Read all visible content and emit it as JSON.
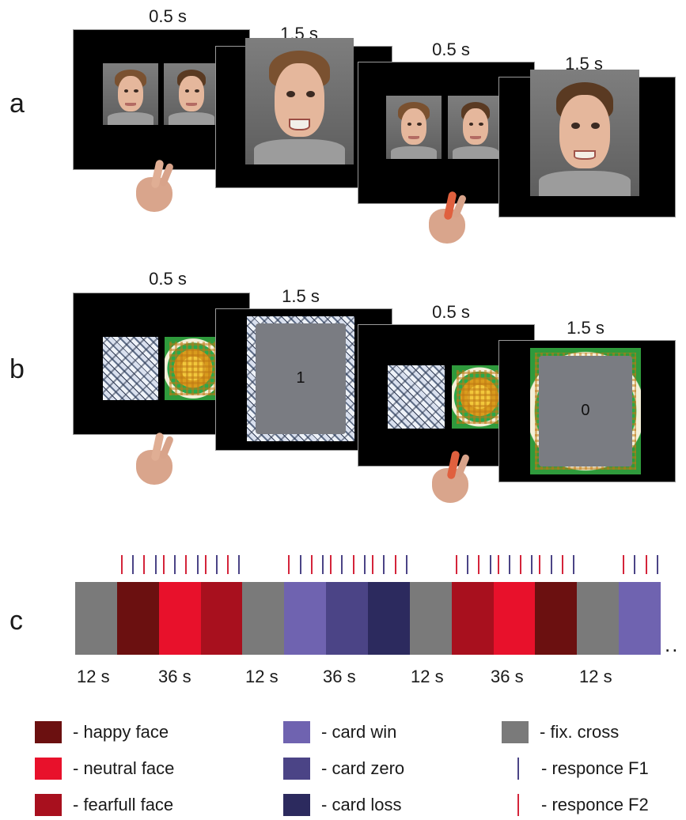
{
  "panels": {
    "a": "a",
    "b": "b",
    "c": "c"
  },
  "times": {
    "short": "0.5 s",
    "long": "1.5 s"
  },
  "card_values": {
    "first": "1",
    "second": "0"
  },
  "timeline": {
    "labels": [
      "12 s",
      "36 s",
      "12 s",
      "36 s",
      "12 s",
      "36 s",
      "12 s"
    ],
    "ellipsis": "..",
    "colors": {
      "fix": "#7a7a7a",
      "happy": "#6b1010",
      "neutral": "#e8112b",
      "fear": "#a8101e",
      "win": "#6f63b0",
      "zero": "#4b4486",
      "loss": "#2c2a5e",
      "f1": "#4b4486",
      "f2": "#d4243a"
    },
    "segments": [
      {
        "type": "fix",
        "duration": 12
      },
      {
        "type": "happy",
        "duration": 12
      },
      {
        "type": "neutral",
        "duration": 12
      },
      {
        "type": "fear",
        "duration": 12
      },
      {
        "type": "fix",
        "duration": 12
      },
      {
        "type": "win",
        "duration": 12
      },
      {
        "type": "zero",
        "duration": 12
      },
      {
        "type": "loss",
        "duration": 12
      },
      {
        "type": "fix",
        "duration": 12
      },
      {
        "type": "fear",
        "duration": 12
      },
      {
        "type": "neutral",
        "duration": 12
      },
      {
        "type": "happy",
        "duration": 12
      },
      {
        "type": "fix",
        "duration": 12
      },
      {
        "type": "win",
        "duration": 12
      }
    ]
  },
  "legend": [
    {
      "key": "happy",
      "label": "- happy face",
      "kind": "swatch"
    },
    {
      "key": "neutral",
      "label": "- neutral face",
      "kind": "swatch"
    },
    {
      "key": "fear",
      "label": "- fearfull face",
      "kind": "swatch"
    },
    {
      "key": "win",
      "label": "- card win",
      "kind": "swatch"
    },
    {
      "key": "zero",
      "label": "- card zero",
      "kind": "swatch"
    },
    {
      "key": "loss",
      "label": "- card loss",
      "kind": "swatch"
    },
    {
      "key": "fix",
      "label": "- fix. cross",
      "kind": "swatch"
    },
    {
      "key": "f1",
      "label": "- responce F1",
      "kind": "line"
    },
    {
      "key": "f2",
      "label": "- responce F2",
      "kind": "line"
    }
  ]
}
